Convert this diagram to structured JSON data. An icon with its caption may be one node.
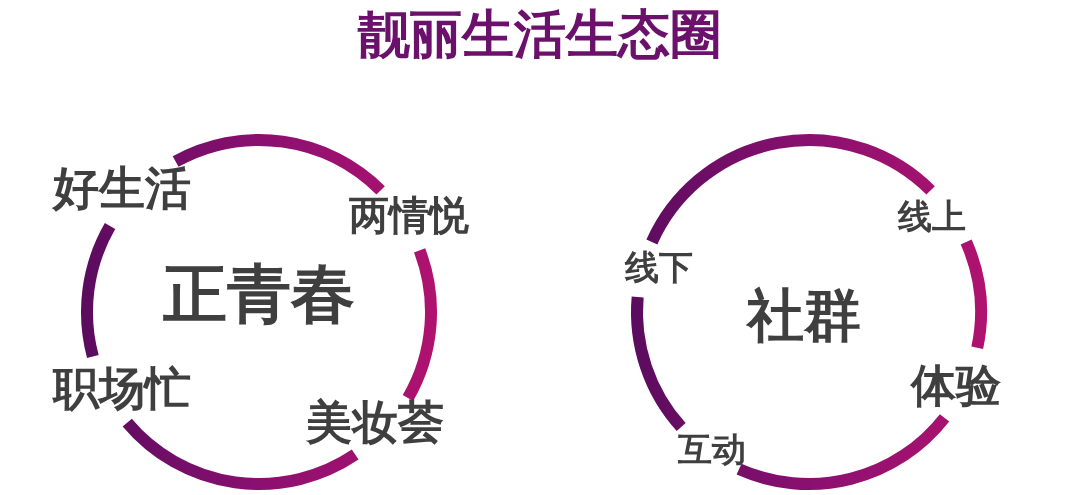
{
  "diagram": {
    "title": "靓丽生活生态圈",
    "nodes": [
      {
        "text": [
          "好生活",
          "两情悦",
          "正青春",
          "职场忙",
          "美妆荟"
        ]
      },
      {
        "text": [
          "线上",
          "线下",
          "社群",
          "体验",
          "互动"
        ]
      }
    ]
  }
}
